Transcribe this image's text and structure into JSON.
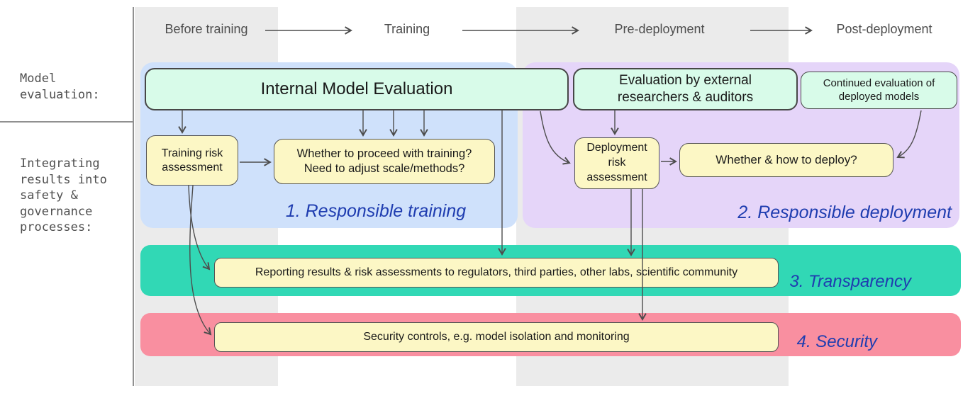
{
  "left_panel": {
    "model_evaluation": "Model\nevaluation:",
    "integration": "Integrating\nresults into\nsafety &\ngovernance\nprocesses:"
  },
  "timeline": {
    "phases": [
      {
        "label": "Before training"
      },
      {
        "label": "Training"
      },
      {
        "label": "Pre-deployment"
      },
      {
        "label": "Post-deployment"
      }
    ]
  },
  "evaluation_boxes": {
    "internal": "Internal Model Evaluation",
    "external": "Evaluation by external\nresearchers & auditors",
    "continued": "Continued evaluation of\ndeployed models"
  },
  "governance_boxes": {
    "training_risk": "Training risk\nassessment",
    "proceed_question": "Whether to proceed with training?\nNeed to adjust scale/methods?",
    "deployment_risk": "Deployment\nrisk\nassessment",
    "deploy_question": "Whether & how to deploy?",
    "reporting": "Reporting results & risk assessments to regulators, third parties, other labs, scientific community",
    "security_controls": "Security controls, e.g. model isolation and monitoring"
  },
  "region_labels": {
    "responsible_training": "1. Responsible training",
    "responsible_deployment": "2. Responsible deployment",
    "transparency": "3. Transparency",
    "security": "4. Security"
  },
  "colors": {
    "training_region": "#cfe1fb",
    "deployment_region": "#e5d5f9",
    "transparency_band": "#31d8b5",
    "security_band": "#f98fa0",
    "evaluation_box_fill": "#d8fbe9",
    "process_box_fill": "#fcf7c5",
    "phase_column": "#ebebeb",
    "region_label_blue": "#1f3db0",
    "arrow_gray": "#4d4d4d"
  }
}
